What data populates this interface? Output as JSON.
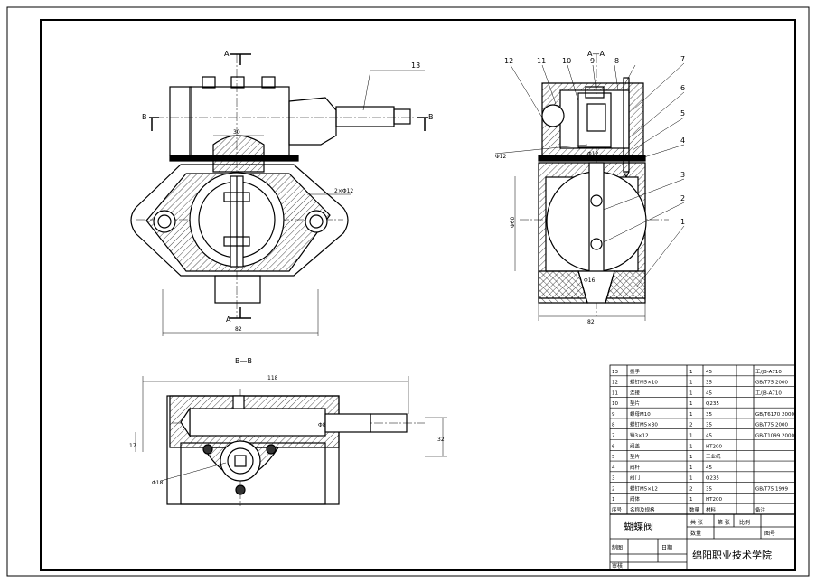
{
  "views": {
    "front": {
      "section_mark": "A",
      "section_mark_b": "B",
      "dim_bottom": "82",
      "dim_bore": "30",
      "dim_hole": "2×Φ12"
    },
    "side": {
      "title": "A—A",
      "dim_height": "Φ60",
      "dim_width": "82",
      "dim_top": "Φ12",
      "dim_left": "Φ12",
      "dim_bottom": "Φ16"
    },
    "bottom": {
      "title": "B—B",
      "dim_width": "118",
      "dim_h1": "32",
      "dim_h2": "Φ8",
      "dim_bore": "Φ18",
      "dim_side": "17"
    }
  },
  "balloons": [
    "13",
    "12",
    "11",
    "10",
    "9",
    "8",
    "7",
    "6",
    "5",
    "4",
    "3",
    "2",
    "1"
  ],
  "parts_list": {
    "rows": [
      [
        "13",
        "扳手",
        "1",
        "45",
        "",
        "工/JB-A710"
      ],
      [
        "12",
        "螺钉M5×10",
        "1",
        "35",
        "",
        "GB/T75 2000"
      ],
      [
        "11",
        "连接",
        "1",
        "45",
        "",
        "工/JB-A710"
      ],
      [
        "10",
        "垫片",
        "1",
        "Q235",
        "",
        ""
      ],
      [
        "9",
        "螺母M10",
        "1",
        "35",
        "",
        "GB/T6170 2000"
      ],
      [
        "8",
        "螺钉M5×30",
        "2",
        "35",
        "",
        "GB/T75 2000"
      ],
      [
        "7",
        "销3×12",
        "1",
        "45",
        "",
        "GB/T1099 2000"
      ],
      [
        "6",
        "阀盖",
        "1",
        "HT200",
        "",
        ""
      ],
      [
        "5",
        "垫片",
        "1",
        "工业纸",
        "",
        ""
      ],
      [
        "4",
        "阀杆",
        "1",
        "45",
        "",
        ""
      ],
      [
        "3",
        "阀门",
        "1",
        "Q235",
        "",
        ""
      ],
      [
        "2",
        "螺钉M5×12",
        "2",
        "35",
        "",
        "GB/T75 1999"
      ],
      [
        "1",
        "阀体",
        "1",
        "HT200",
        "",
        ""
      ]
    ],
    "header": [
      "序号",
      "名称及规格",
      "数量",
      "材料",
      "",
      "备注"
    ]
  },
  "title_block": {
    "drawing_name": "蝴蝶阀",
    "label_total": "共 张",
    "label_sheet": "第 张",
    "label_scale": "比例",
    "label_qty": "数量",
    "label_no": "图号",
    "label_drawn": "制图",
    "label_checked": "审核",
    "label_date": "日期",
    "school": "绵阳职业技术学院"
  }
}
